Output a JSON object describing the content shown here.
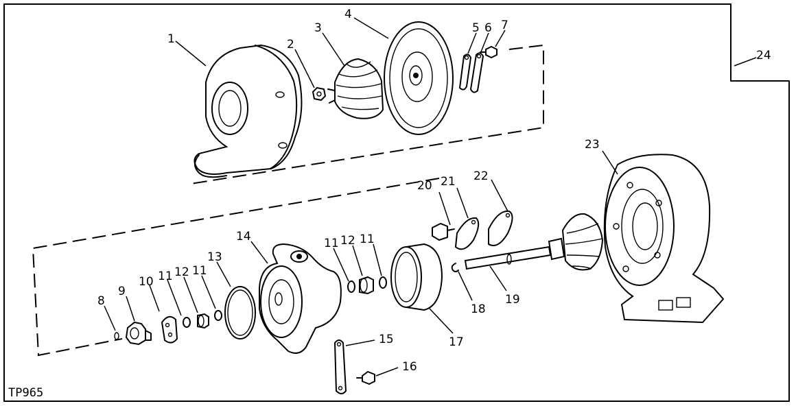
{
  "figure_id": "TP965",
  "callouts": [
    "1",
    "2",
    "3",
    "4",
    "5",
    "6",
    "7",
    "8",
    "9",
    "10",
    "11",
    "12",
    "11",
    "13",
    "14",
    "11",
    "12",
    "11",
    "15",
    "16",
    "17",
    "18",
    "19",
    "20",
    "21",
    "22",
    "23",
    "24"
  ]
}
